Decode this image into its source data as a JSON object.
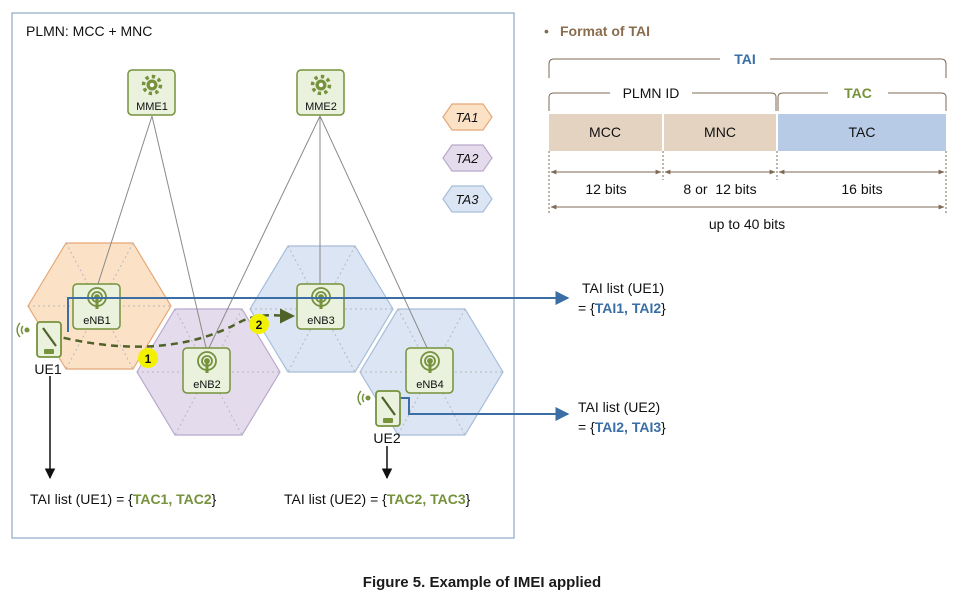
{
  "colors": {
    "green": "#76923c",
    "green_fill": "#eaf1dd",
    "blue": "#3a6ea5",
    "ta1_fill": "#fbe1c6",
    "ta1_stroke": "#e6a876",
    "ta2_fill": "#e4dcec",
    "ta2_stroke": "#b9a9cc",
    "ta3_fill": "#dbe5f3",
    "ta3_stroke": "#a6bddb",
    "mcc_fill": "#e4d3c0",
    "tac_fill": "#b7cbe6",
    "yellow": "#f2f200"
  },
  "network": {
    "plmn_label": "PLMN: MCC + MNC",
    "mmes": [
      "MME1",
      "MME2"
    ],
    "enbs": [
      "eNB1",
      "eNB2",
      "eNB3",
      "eNB4"
    ],
    "ues": [
      "UE1",
      "UE2"
    ],
    "legend": [
      "TA1",
      "TA2",
      "TA3"
    ],
    "steps": [
      "1",
      "2"
    ],
    "ue1_tac": {
      "prefix": "TAI list (UE1) = {",
      "value": "TAC1, TAC2",
      "suffix": "}"
    },
    "ue2_tac": {
      "prefix": "TAI list (UE2) = {",
      "value": "TAC2, TAC3",
      "suffix": "}"
    }
  },
  "tai_lists": {
    "ue1": {
      "title": "TAI list (UE1)",
      "prefix": "= {",
      "value": "TAI1, TAI2",
      "suffix": "}"
    },
    "ue2": {
      "title": "TAI list (UE2)",
      "prefix": "= {",
      "value": "TAI2, TAI3",
      "suffix": "}"
    }
  },
  "format": {
    "bullet": "•",
    "title": "Format of TAI",
    "tai_label": "TAI",
    "plmn_id_label": "PLMN ID",
    "tac_group_label": "TAC",
    "fields": [
      "MCC",
      "MNC",
      "TAC"
    ],
    "sizes": [
      "12 bits",
      "8 or  12 bits",
      "16 bits"
    ],
    "total": "up to 40 bits"
  },
  "caption": "Figure 5. Example of IMEI applied"
}
